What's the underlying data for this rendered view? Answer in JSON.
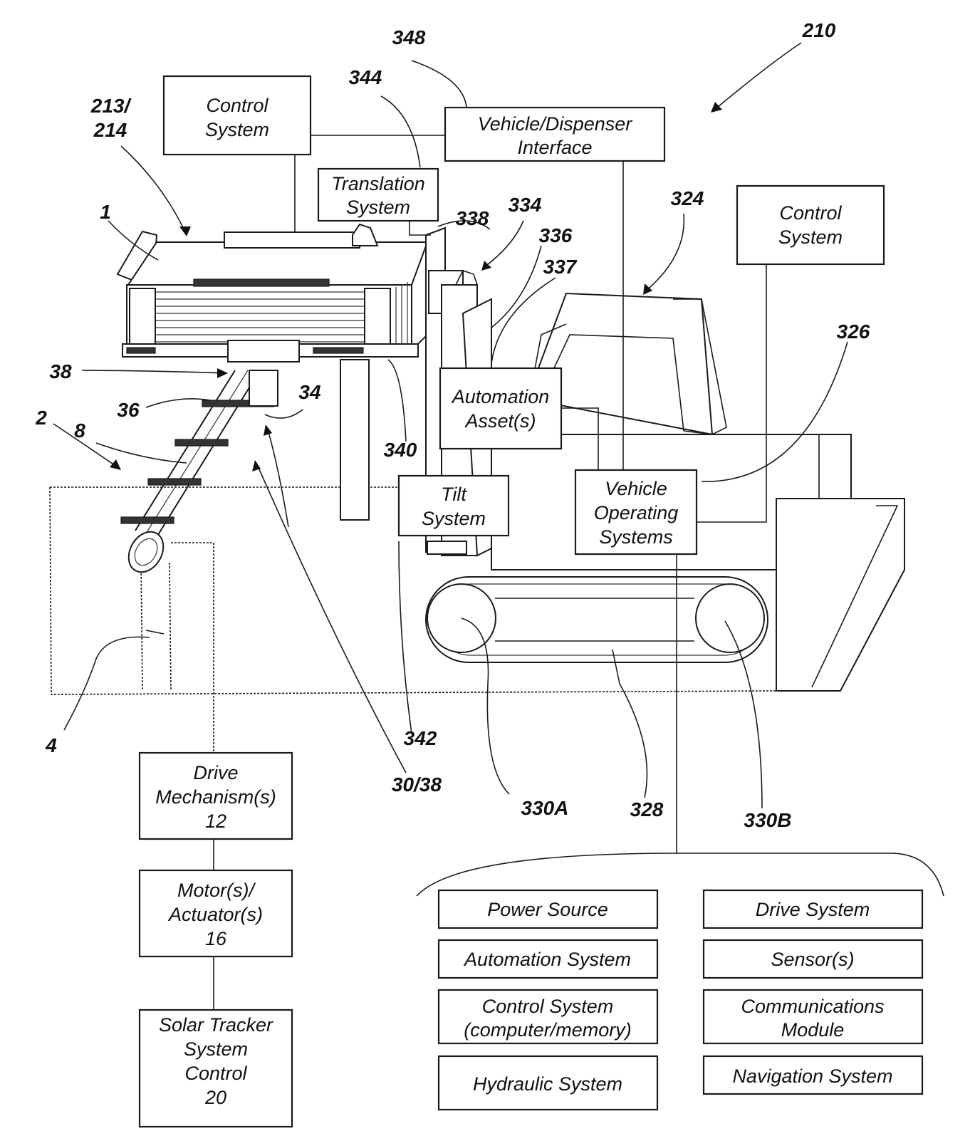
{
  "figure_number": "210",
  "boxes": {
    "control_system_top": [
      "Control",
      "System"
    ],
    "vehicle_dispenser_interface": [
      "Vehicle/Dispenser",
      "Interface"
    ],
    "translation_system": [
      "Translation",
      "System"
    ],
    "control_system_right": [
      "Control",
      "System"
    ],
    "automation_assets": [
      "Automation",
      "Asset(s)"
    ],
    "tilt_system": [
      "Tilt",
      "System"
    ],
    "vehicle_operating_systems": [
      "Vehicle",
      "Operating",
      "Systems"
    ],
    "drive_mechanisms": [
      "Drive",
      "Mechanism(s)",
      "12"
    ],
    "motors_actuators": [
      "Motor(s)/",
      "Actuator(s)",
      "16"
    ],
    "solar_tracker_control": [
      "Solar Tracker",
      "System",
      "Control",
      "20"
    ]
  },
  "vehicle_systems": {
    "power_source": "Power Source",
    "drive_system": "Drive System",
    "automation_system": "Automation System",
    "sensors": "Sensor(s)",
    "control_system": [
      "Control System",
      "(computer/memory)"
    ],
    "communications_module": [
      "Communications",
      "Module"
    ],
    "hydraulic_system": "Hydraulic System",
    "navigation_system": "Navigation System"
  },
  "reference_numerals": {
    "r348": "348",
    "r344": "344",
    "r213_214": [
      "213/",
      "214"
    ],
    "r1": "1",
    "r338": "338",
    "r334": "334",
    "r336": "336",
    "r337": "337",
    "r324": "324",
    "r326": "326",
    "r38": "38",
    "r36": "36",
    "r34": "34",
    "r2": "2",
    "r8": "8",
    "r340": "340",
    "r4": "4",
    "r342": "342",
    "r30_38": "30/38",
    "r330a": "330A",
    "r328": "328",
    "r330b": "330B"
  }
}
